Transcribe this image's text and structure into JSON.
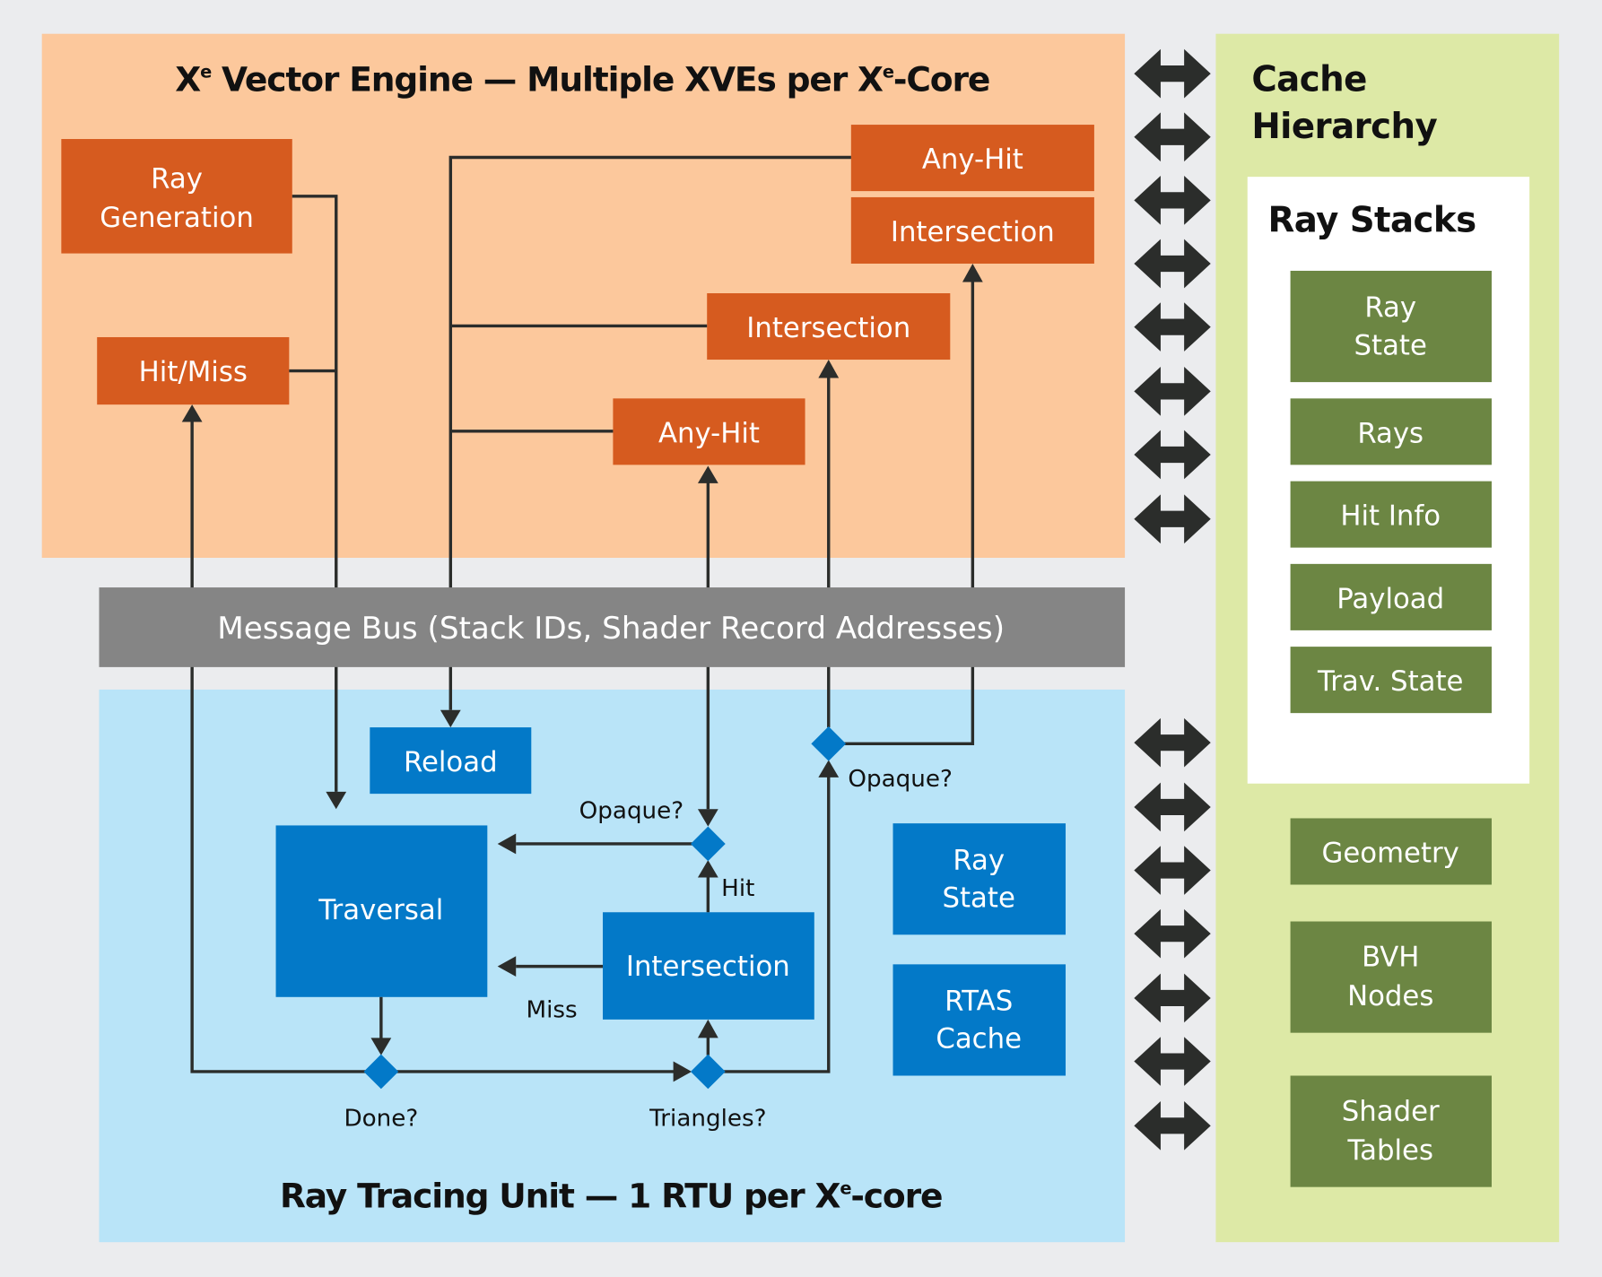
{
  "colors": {
    "background": "#ebecee",
    "xve_panel": "#fcc89c",
    "xve_box": "#d65b1f",
    "bus": "#858585",
    "rtu_panel": "#b9e4f8",
    "rtu_box": "#0379c8",
    "cache_panel": "#dde9a6",
    "stack_panel": "#ffffff",
    "cache_box": "#6c8643",
    "connector": "#2b2d2b"
  },
  "xve": {
    "title_prefix": "X",
    "title_sup": "e",
    "title_rest": " Vector Engine — Multiple XVEs per X",
    "title_sup2": "e",
    "title_end": "-Core",
    "boxes": {
      "ray_generation": [
        "Ray",
        "Generation"
      ],
      "hit_miss": "Hit/Miss",
      "any_hit_top": "Any-Hit",
      "intersection_top": "Intersection",
      "intersection_mid": "Intersection",
      "any_hit_low": "Any-Hit"
    }
  },
  "bus": {
    "label": "Message Bus (Stack IDs, Shader Record Addresses)"
  },
  "rtu": {
    "title_main": "Ray Tracing Unit — 1 RTU per X",
    "title_sup": "e",
    "title_end": "-core",
    "boxes": {
      "reload": "Reload",
      "traversal": "Traversal",
      "intersection": "Intersection",
      "ray_state": [
        "Ray",
        "State"
      ],
      "rtas_cache": [
        "RTAS",
        "Cache"
      ]
    },
    "labels": {
      "opaque_left": "Opaque?",
      "opaque_right": "Opaque?",
      "hit": "Hit",
      "miss": "Miss",
      "done": "Done?",
      "triangles": "Triangles?"
    }
  },
  "cache": {
    "title": [
      "Cache",
      "Hierarchy"
    ],
    "ray_stacks": {
      "title": "Ray Stacks",
      "items": [
        [
          "Ray",
          "State"
        ],
        [
          "Rays"
        ],
        [
          "Hit Info"
        ],
        [
          "Payload"
        ],
        [
          "Trav. State"
        ]
      ]
    },
    "items": [
      [
        "Geometry"
      ],
      [
        "BVH",
        "Nodes"
      ],
      [
        "Shader",
        "Tables"
      ]
    ]
  },
  "bidirectional_arrow_count": 15
}
